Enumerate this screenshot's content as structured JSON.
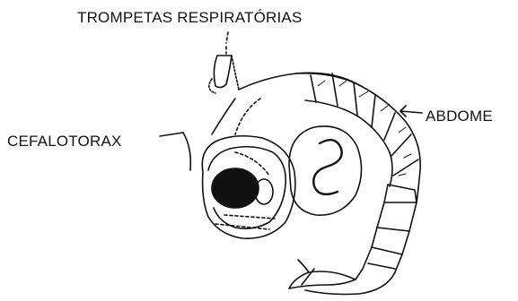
{
  "labels": {
    "trumpets": "TROMPETAS RESPIRATÓRIAS",
    "cephalothorax": "CEFALOTORAX",
    "abdomen": "ABDOME"
  },
  "colors": {
    "ink": "#111111",
    "background": "#ffffff"
  }
}
